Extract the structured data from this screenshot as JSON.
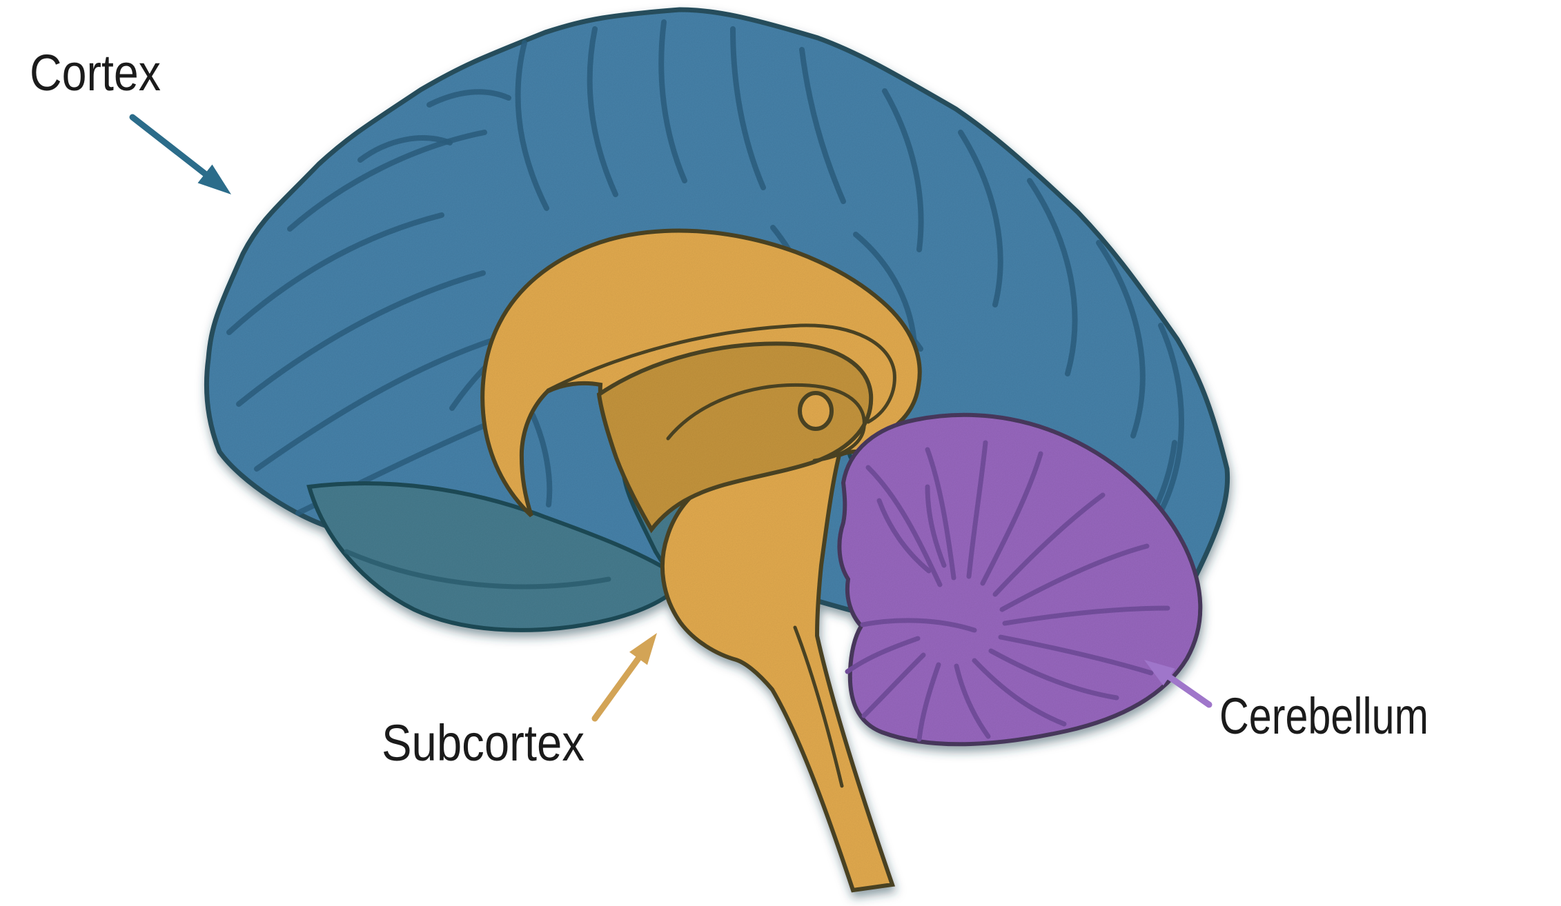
{
  "background": "#ffffff",
  "regions": [
    {
      "id": "cortex",
      "label": "Cortex",
      "fill": "#4681a9",
      "arrow_color": "#2b6c8a"
    },
    {
      "id": "subcortex",
      "label": "Subcortex",
      "fill": "#e2aa4e",
      "arrow_color": "#d3a456"
    },
    {
      "id": "cerebellum",
      "label": "Cerebellum",
      "fill": "#9767be",
      "arrow_color": "#9f76ca"
    }
  ],
  "palette": {
    "cortex_fill": "#4681a9",
    "cortex_gyri_line": "#2c5f80",
    "cortex_outline": "#27505f",
    "temporal_midbrain_fill": "#467b8e",
    "subcortex_fill": "#e2aa4e",
    "subcortex_inner_fill": "#c4943c",
    "subcortex_outline": "#4c4423",
    "cerebellum_fill": "#9767be",
    "cerebellum_vein_line": "#744f9e",
    "cerebellum_outline": "#49395e",
    "label_text_color": "#1b1b1b"
  }
}
